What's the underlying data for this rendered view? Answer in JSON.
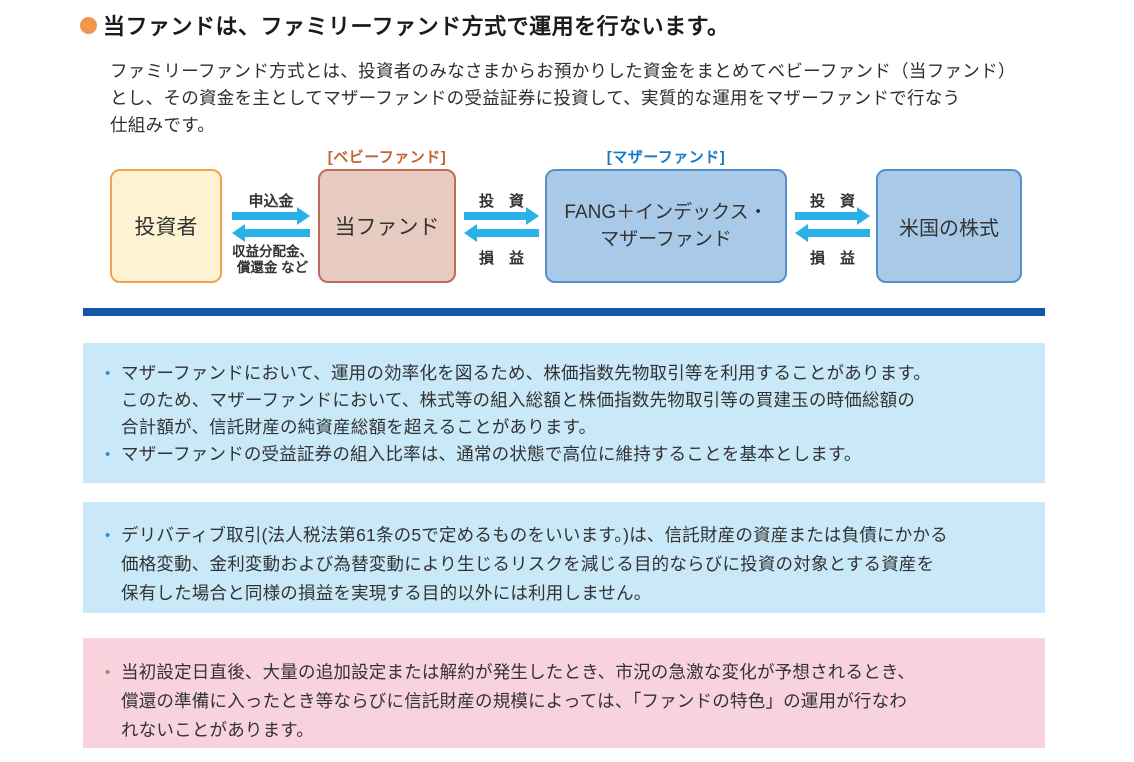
{
  "heading": {
    "bullet_glyph": "●",
    "text": "当ファンドは、ファミリーファンド方式で運用を行ないます。"
  },
  "intro": {
    "lines": [
      "ファミリーファンド方式とは、投資者のみなさまからお預かりした資金をまとめてベビーファンド（当ファンド）",
      "とし、その資金を主としてマザーファンドの受益証券に投資して、実質的な運用をマザーファンドで行なう",
      "仕組みです。"
    ]
  },
  "diagram": {
    "baby_fund_label": "[ベビーファンド]",
    "mother_fund_label": "[マザーファンド]",
    "boxes": {
      "investor": "投資者",
      "this_fund": "当ファンド",
      "mother_fund_line1": "FANG＋インデックス・",
      "mother_fund_line2": "マザーファンド",
      "us_stocks": "米国の株式"
    },
    "flows": {
      "subscription": "申込金",
      "distribution_line1": "収益分配金、",
      "distribution_line2": "償還金 など",
      "investment": "投　資",
      "profit_loss": "損　益"
    }
  },
  "info_boxes": {
    "box1": {
      "bullet_glyph": "•",
      "item1": {
        "lines": [
          "マザーファンドにおいて、運用の効率化を図るため、株価指数先物取引等を利用することがあります。",
          "このため、マザーファンドにおいて、株式等の組入総額と株価指数先物取引等の買建玉の時価総額の",
          "合計額が、信託財産の純資産総額を超えることがあります。"
        ]
      },
      "item2": {
        "lines": [
          "マザーファンドの受益証券の組入比率は、通常の状態で高位に維持することを基本とします。"
        ]
      }
    },
    "box2": {
      "bullet_glyph": "•",
      "item1": {
        "lines": [
          "デリバティブ取引(法人税法第61条の5で定めるものをいいます。)は、信託財産の資産または負債にかかる",
          "価格変動、金利変動および為替変動により生じるリスクを減じる目的ならびに投資の対象とする資産を",
          "保有した場合と同様の損益を実現する目的以外には利用しません。"
        ]
      }
    },
    "box3": {
      "bullet_glyph": "•",
      "item1": {
        "lines": [
          "当初設定日直後、大量の追加設定または解約が発生したとき、市況の急激な変化が予想されるとき、",
          "償還の準備に入ったとき等ならびに信託財産の規模によっては、「ファンドの特色」の運用が行なわ",
          "れないことがあります。"
        ]
      }
    }
  },
  "colors": {
    "heading_bullet": "#F0974D",
    "arrow": "#29B1E8",
    "divider": "#1157A5",
    "info_box_blue": "#C9E8F8",
    "info_box_pink": "#F8D3DE",
    "blue_bullet": "#2E8FD2",
    "pink_bullet": "#C97C42",
    "investor_box_fill": "#FDF3D2",
    "investor_box_border": "#F2A24E",
    "baby_fund_box_fill": "#E7CBC1",
    "baby_fund_box_border": "#BE6B59",
    "mother_box_fill": "#A9C9E8",
    "mother_box_border": "#5590C8",
    "baby_label_color": "#C06535",
    "mother_label_color": "#1779C4"
  }
}
